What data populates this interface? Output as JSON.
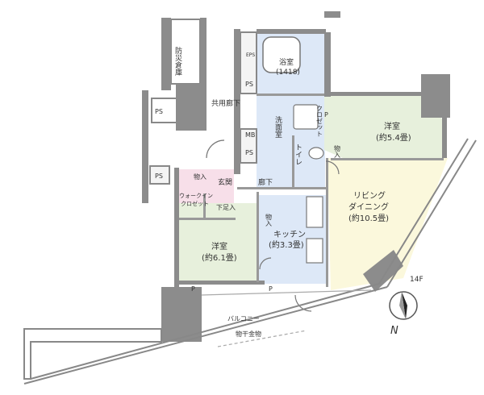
{
  "rooms": {
    "bokai_souko": "防災倉庫",
    "kyoyo_roka": "共用廊下",
    "eps": "EPS",
    "ps": "PS",
    "mb": "MB",
    "bath_name": "浴室",
    "bath_size": "(1418)",
    "senmen": "洗面室",
    "toilet": "トイレ",
    "closet": "クロゼット",
    "mono": "物入",
    "genkan": "玄関",
    "roka": "廊下",
    "wic_1": "ウォークイン",
    "wic_2": "クロゼット",
    "getabako": "下足入",
    "youshitsu_n_name": "洋室",
    "youshitsu_n_size": "(約5.4畳)",
    "living_1": "リビング",
    "living_2": "ダイニング",
    "living_size": "(約10.5畳)",
    "kitchen_name": "キッチン",
    "kitchen_size": "(約3.3畳)",
    "youshitsu_s_name": "洋室",
    "youshitsu_s_size": "(約6.1畳)",
    "p": "P",
    "balcony": "バルコニー",
    "monohoshi": "物干金物",
    "floor": "14F",
    "north": "N"
  },
  "colors": {
    "wall": "#8c8c8c",
    "wet_area": "#dde8f7",
    "bedroom": "#e7f0dc",
    "living": "#fbf8dc",
    "closet": "#f7dfe9"
  }
}
